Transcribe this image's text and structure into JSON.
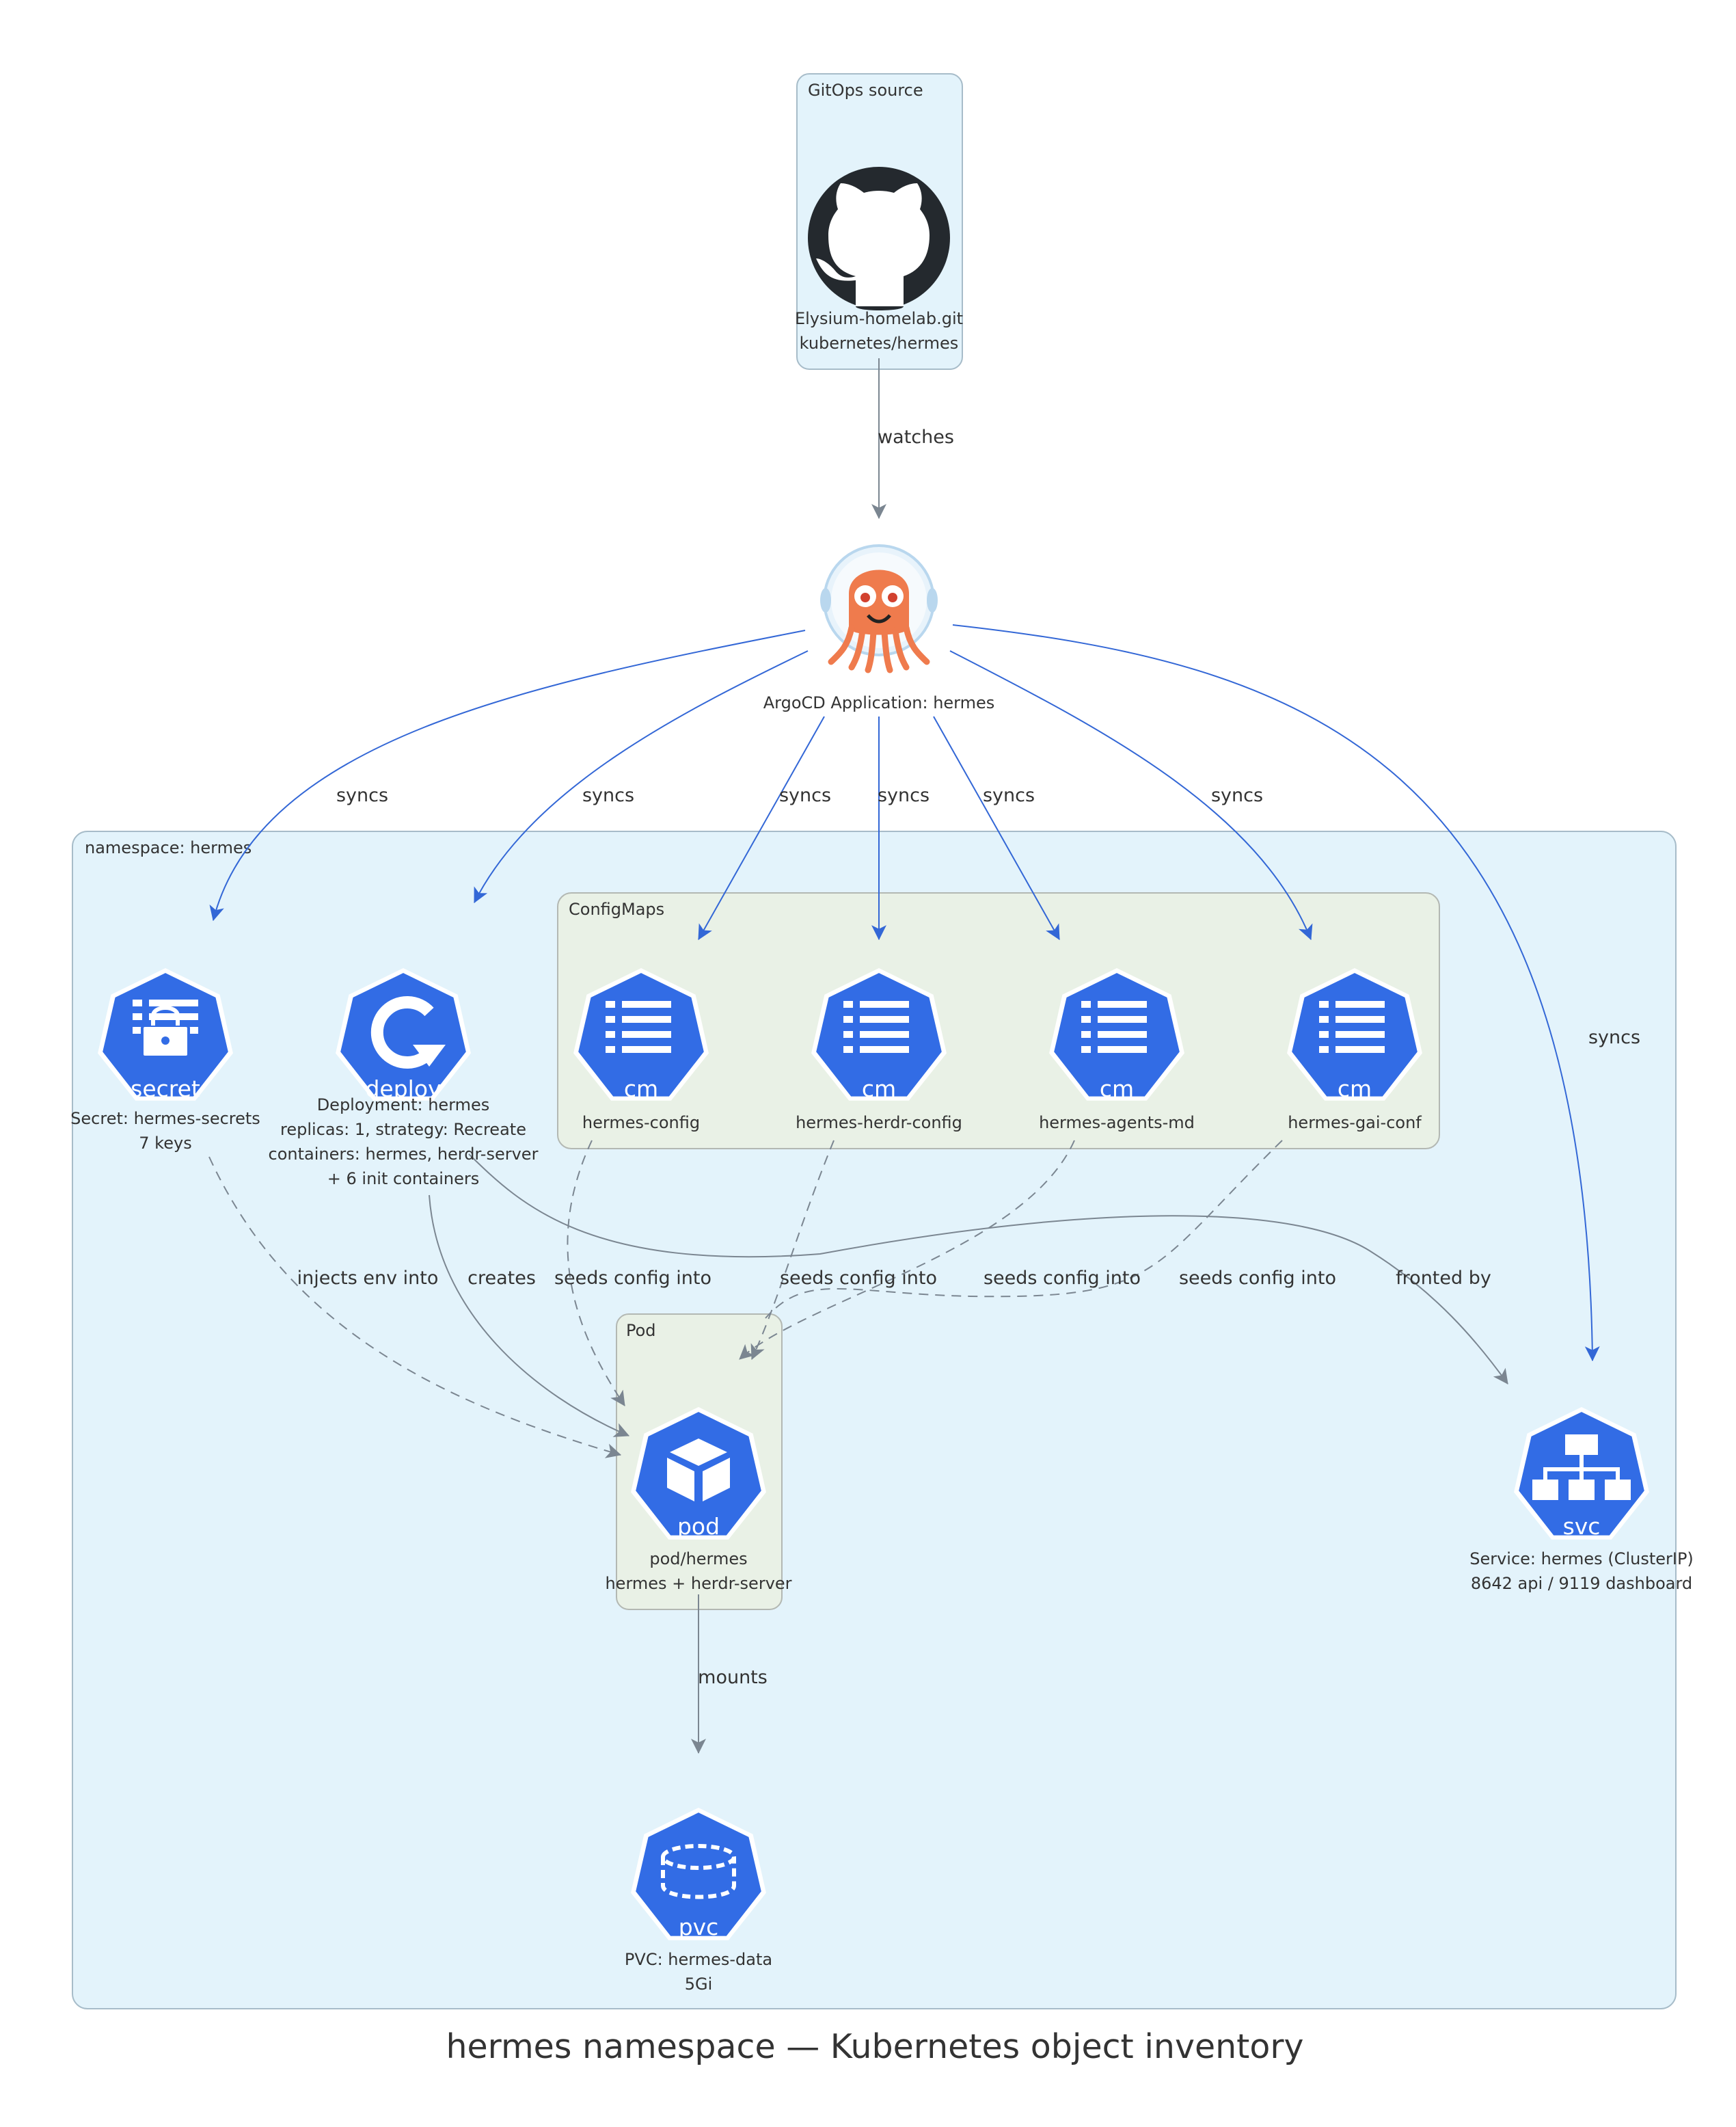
{
  "title": "hermes namespace — Kubernetes object inventory",
  "colors": {
    "k8s_blue": "#326ce5",
    "sync_edge": "#3367d6",
    "grey_edge": "#7b8691",
    "cluster_fill": "#e3f3fb",
    "cluster_border": "#a7bcc9",
    "subcluster_fill": "#e9f1e6",
    "github_dark": "#24292e",
    "argo_orange": "#ef7b4d"
  },
  "clusters": {
    "gitops": "GitOps source",
    "namespace": "namespace: hermes",
    "configmaps": "ConfigMaps",
    "pod": "Pod"
  },
  "nodes": {
    "git": {
      "icon": "github-icon",
      "line1": "Elysium-homelab.git",
      "line2": "kubernetes/hermes"
    },
    "argo": {
      "icon": "argocd-icon",
      "line1": "ArgoCD Application: hermes"
    },
    "secret": {
      "icon": "k8s-secret-icon",
      "tag": "secret",
      "line1": "Secret: hermes-secrets",
      "line2": "7 keys"
    },
    "deploy": {
      "icon": "k8s-deploy-icon",
      "tag": "deploy",
      "line1": "Deployment: hermes",
      "line2": "replicas: 1, strategy: Recreate",
      "line3": "containers: hermes, herdr-server",
      "line4": "+ 6 init containers"
    },
    "cm1": {
      "icon": "k8s-configmap-icon",
      "tag": "cm",
      "line1": "hermes-config"
    },
    "cm2": {
      "icon": "k8s-configmap-icon",
      "tag": "cm",
      "line1": "hermes-herdr-config"
    },
    "cm3": {
      "icon": "k8s-configmap-icon",
      "tag": "cm",
      "line1": "hermes-agents-md"
    },
    "cm4": {
      "icon": "k8s-configmap-icon",
      "tag": "cm",
      "line1": "hermes-gai-conf"
    },
    "pod": {
      "icon": "k8s-pod-icon",
      "tag": "pod",
      "line1": "pod/hermes",
      "line2": "hermes + herdr-server"
    },
    "svc": {
      "icon": "k8s-svc-icon",
      "tag": "svc",
      "line1": "Service: hermes (ClusterIP)",
      "line2": "8642 api / 9119 dashboard"
    },
    "pvc": {
      "icon": "k8s-pvc-icon",
      "tag": "pvc",
      "line1": "PVC: hermes-data",
      "line2": "5Gi"
    }
  },
  "edges": {
    "watches": "watches",
    "syncs": "syncs",
    "injects": "injects env into",
    "creates": "creates",
    "seeds": "seeds config into",
    "fronted": "fronted by",
    "mounts": "mounts"
  }
}
